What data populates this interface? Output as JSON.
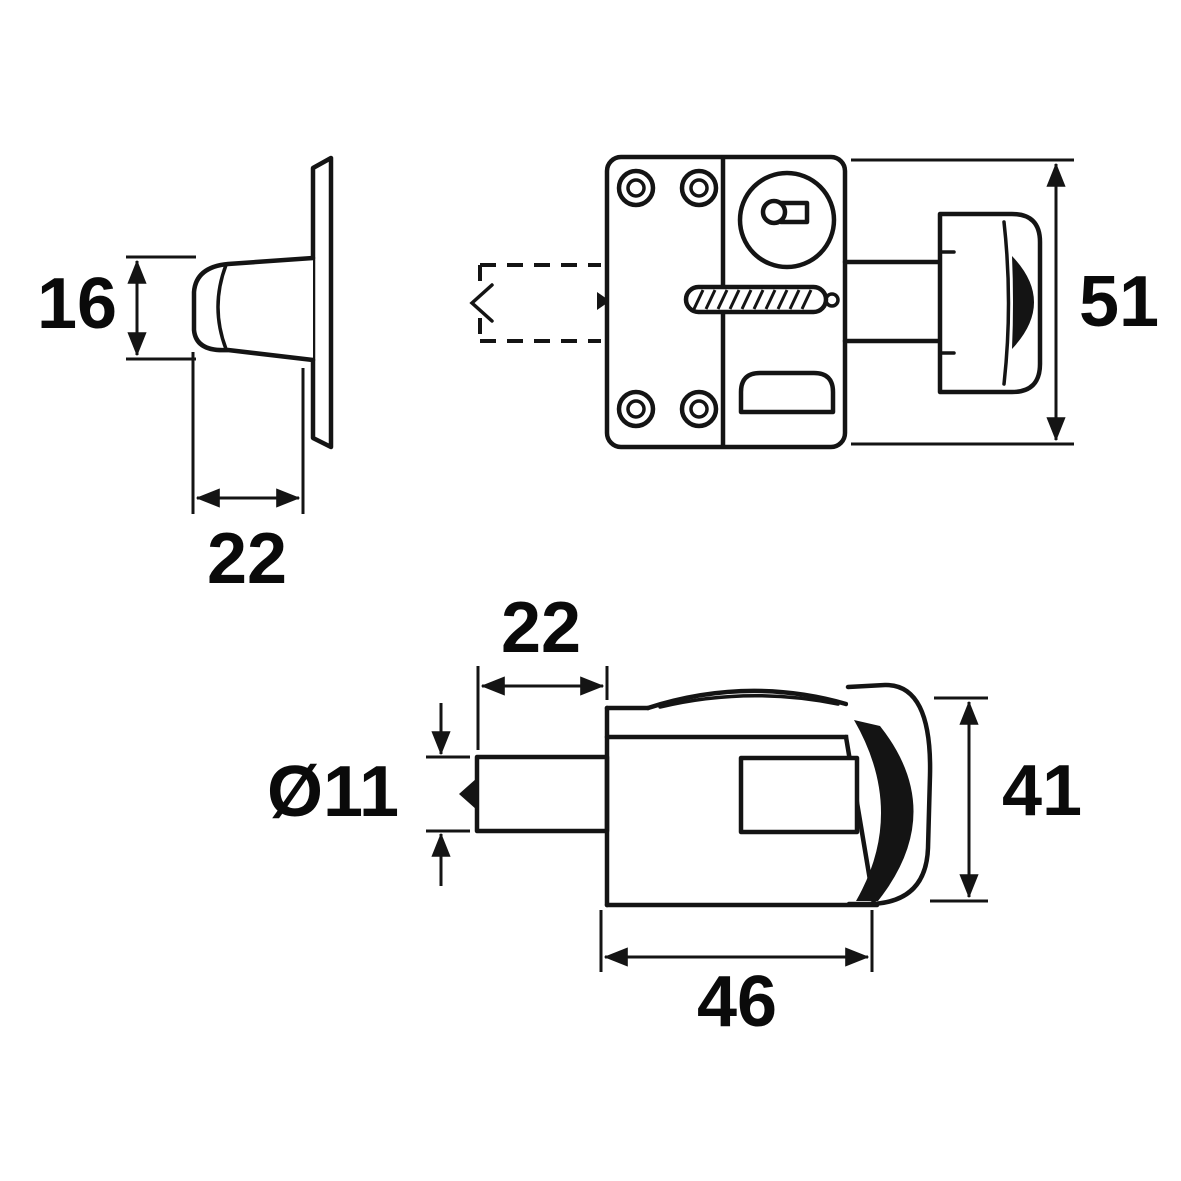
{
  "page": {
    "background": "#ffffff"
  },
  "colors": {
    "background": "#ffffff",
    "line": "#141414",
    "label": "#0a0a0a"
  },
  "dimensions": {
    "side_height": "16",
    "side_depth": "22",
    "front_height": "51",
    "top_throw": "22",
    "top_diameter": "Ø11",
    "top_depth": "41",
    "top_length": "46"
  }
}
